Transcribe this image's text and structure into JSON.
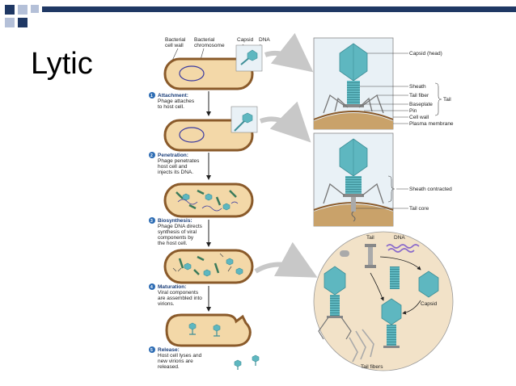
{
  "slide": {
    "title": "Lytic"
  },
  "top_labels": {
    "bacterial_cell_wall": [
      "Bacterial",
      "cell wall"
    ],
    "bacterial_chromosome": [
      "Bacterial",
      "chromosome"
    ],
    "capsid": "Capsid",
    "dna": "DNA"
  },
  "steps": [
    {
      "number": "1",
      "title": "Attachment:",
      "lines": [
        "Phage attaches",
        "to host cell."
      ]
    },
    {
      "number": "2",
      "title": "Penetration:",
      "lines": [
        "Phage penetrates",
        "host cell and",
        "injects its DNA."
      ]
    },
    {
      "number": "3",
      "title": "Biosynthesis:",
      "lines": [
        "Phage DNA directs",
        "synthesis of viral",
        "components by",
        "the host cell."
      ]
    },
    {
      "number": "4",
      "title": "Maturation:",
      "lines": [
        "Viral components",
        "are assembled into",
        "virions."
      ]
    },
    {
      "number": "5",
      "title": "Release:",
      "lines": [
        "Host cell lyses and",
        "new virions are",
        "released."
      ]
    }
  ],
  "detail1_labels": {
    "capsid_head": "Capsid (head)",
    "sheath": "Sheath",
    "tail_fiber": "Tail fiber",
    "baseplate": "Baseplate",
    "pin": "Pin",
    "cell_wall": "Cell wall",
    "plasma_membrane": "Plasma membrane",
    "tail": "Tail"
  },
  "detail2_labels": {
    "sheath_contracted": "Sheath contracted",
    "tail_core": "Tail core"
  },
  "detail3_labels": {
    "tail": "Tail",
    "dna": "DNA",
    "capsid": "Capsid",
    "tail_fibers": "Tail fibers"
  },
  "colors": {
    "slide_square_dark": "#1f3864",
    "slide_square_light": "#b4c0d8",
    "cell_fill": "#f3d8a8",
    "cell_border": "#8a5a2a",
    "chromosome": "#3a3aa0",
    "phage_teal": "#5eb7c0",
    "circle_bg": "#f2e2c8",
    "step_number": "#2e6db4"
  }
}
